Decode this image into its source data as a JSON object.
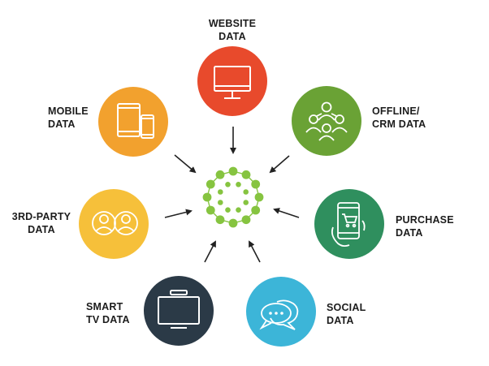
{
  "sources": {
    "website": {
      "line1": "WEBSITE",
      "line2": "DATA",
      "color": "#e84a2c"
    },
    "offline": {
      "line1": "OFFLINE/",
      "line2": "CRM DATA",
      "color": "#6aa235"
    },
    "purchase": {
      "line1": "PURCHASE",
      "line2": "DATA",
      "color": "#2f8f5e"
    },
    "social": {
      "line1": "SOCIAL",
      "line2": "DATA",
      "color": "#3cb5d8"
    },
    "smarttv": {
      "line1": "SMART",
      "line2": "TV DATA",
      "color": "#2b3a47"
    },
    "thirdparty": {
      "line1": "3RD-PARTY",
      "line2": "DATA",
      "color": "#f6c03a"
    },
    "mobile": {
      "line1": "MOBILE",
      "line2": "DATA",
      "color": "#f2a12e"
    }
  },
  "hub": {
    "icon": "network-hub-icon",
    "color": "#86c440"
  }
}
